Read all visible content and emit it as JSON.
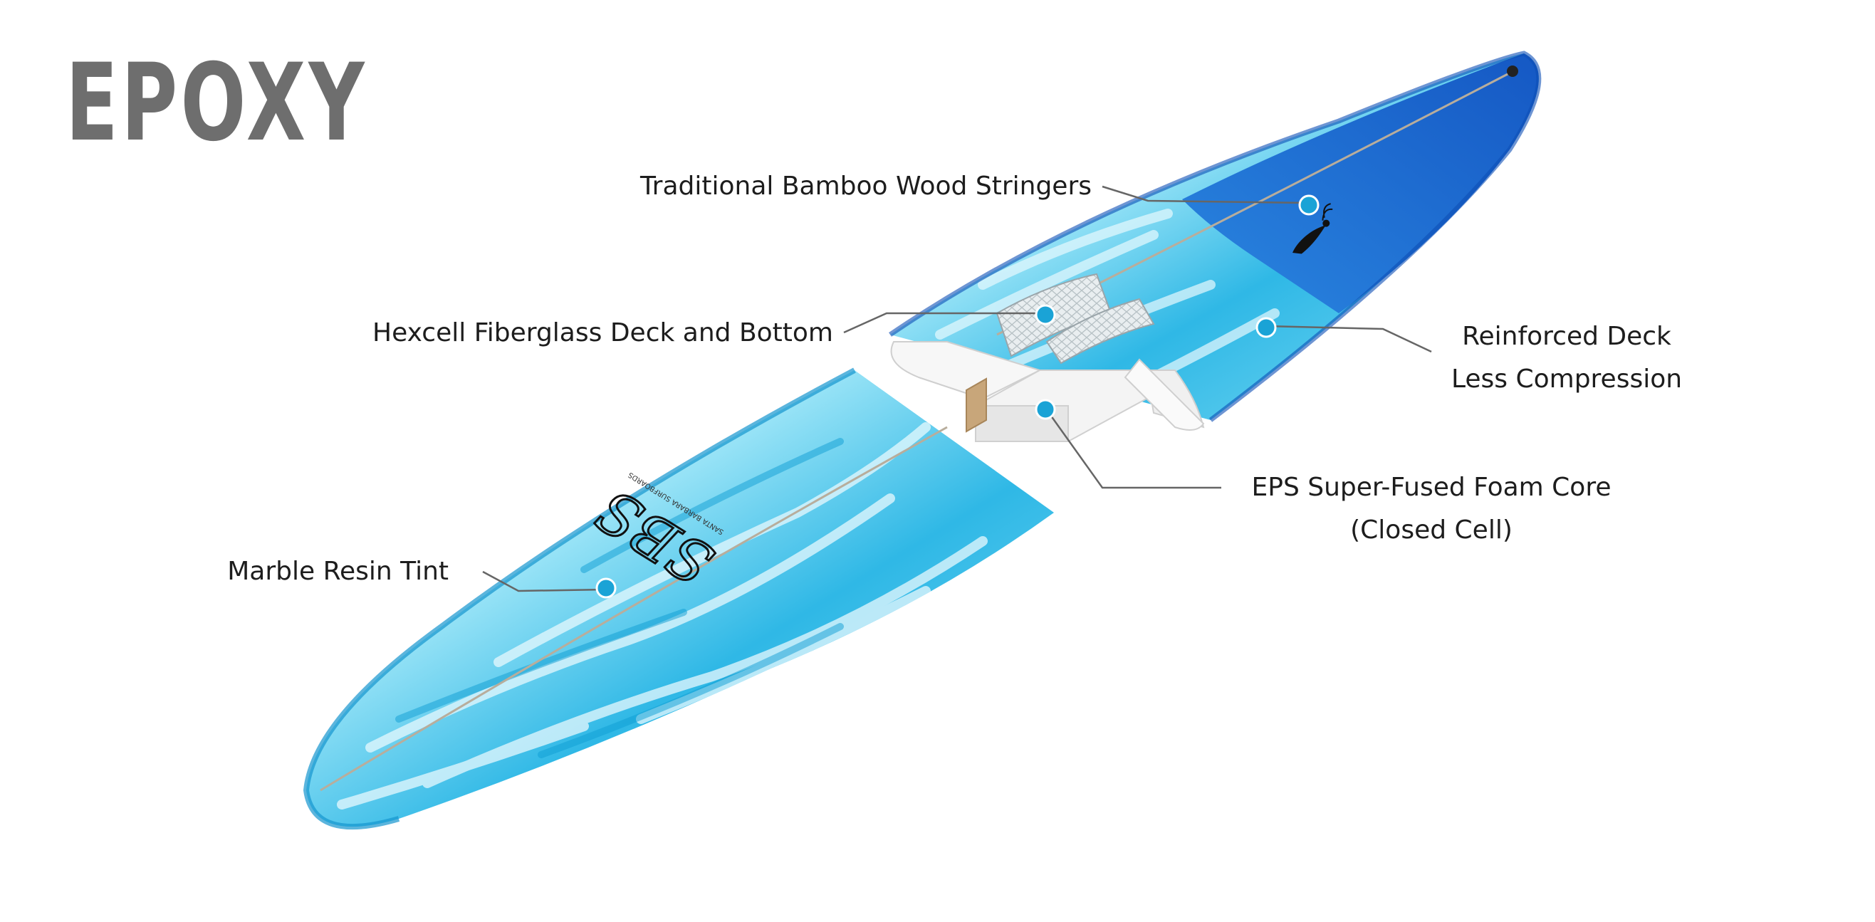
{
  "title": "EPOXY",
  "colors": {
    "deep_blue": "#1e6fd6",
    "marble_cyan": "#3cc6ec",
    "marble_light": "#bfeefa",
    "foam_white": "#f2f2f2",
    "stringer_wood": "#c8a67a",
    "callout_dot": "#1aa3d6",
    "leader_line": "#666666",
    "title_gray": "#6e6e6e"
  },
  "callouts": [
    {
      "id": "stringers",
      "lines": [
        "Traditional Bamboo Wood Stringers"
      ]
    },
    {
      "id": "hexcell",
      "lines": [
        "Hexcell Fiberglass Deck and Bottom"
      ]
    },
    {
      "id": "reinforced",
      "lines": [
        "Reinforced Deck",
        "Less Compression"
      ]
    },
    {
      "id": "eps",
      "lines": [
        "EPS Super-Fused Foam Core",
        "(Closed Cell)"
      ]
    },
    {
      "id": "marble",
      "lines": [
        "Marble Resin Tint"
      ]
    }
  ],
  "brand": {
    "logo_text": "SBS",
    "logo_subtext": "SANTA BARBARA SURFBOARDS"
  }
}
